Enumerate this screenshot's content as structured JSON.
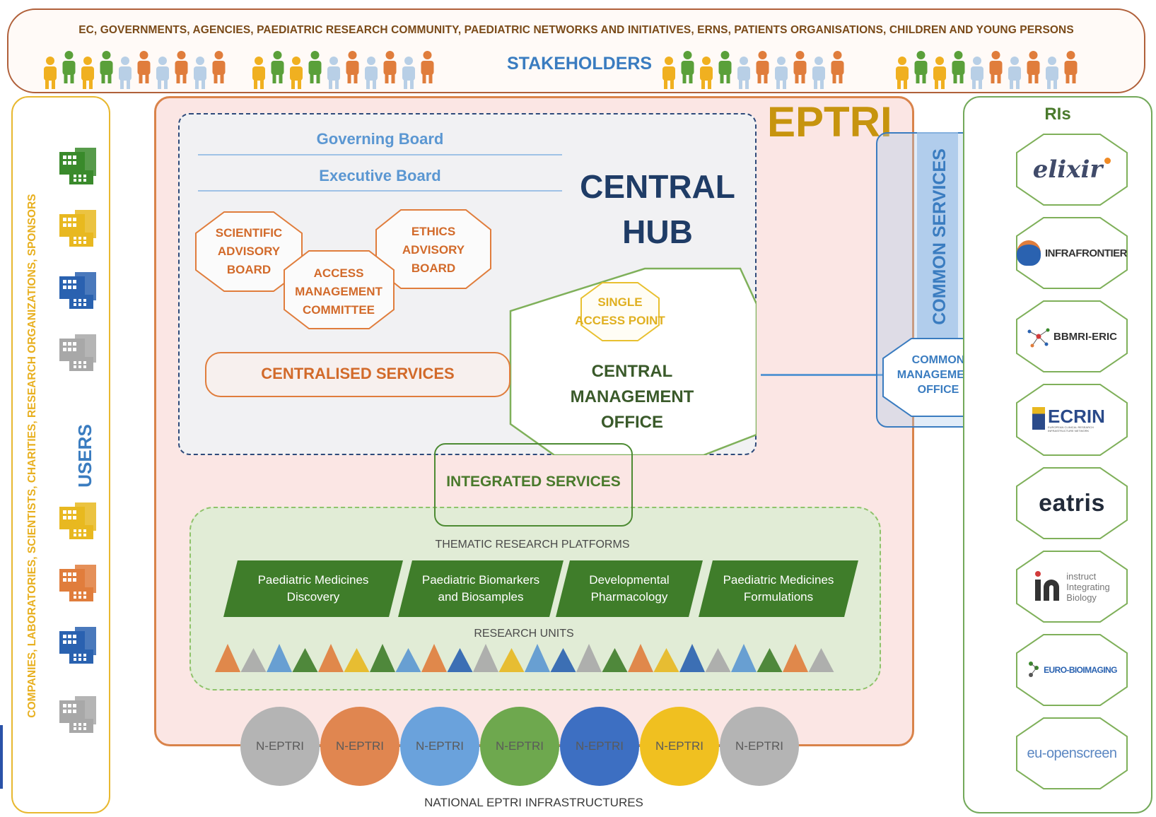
{
  "stakeholders": {
    "groups": "EC, GOVERNMENTS, AGENCIES, PAEDIATRIC RESEARCH COMMUNITY, PAEDIATRIC NETWORKS AND INITIATIVES, ERNS, PATIENTS ORGANISATIONS, CHILDREN AND YOUNG PERSONS",
    "label": "STAKEHOLDERS"
  },
  "users": {
    "groups": "COMPANIES, LABORATORIES, SCIENTISTS, CHARITIES, RESEARCH ORGANIZATIONS, SPONSORS",
    "label": "USERS",
    "building_colors": [
      "#3a8a2c",
      "#e8b820",
      "#2a62b0",
      "#a8a8a8",
      "#e8b820",
      "#e07d3c",
      "#2a62b0",
      "#a8a8a8"
    ]
  },
  "eptri": {
    "title": "EPTRI",
    "hub": {
      "governing_board": "Governing Board",
      "executive_board": "Executive Board",
      "central_hub_line1": "CENTRAL",
      "central_hub_line2": "HUB",
      "scientific_board": [
        "SCIENTIFIC",
        "ADVISORY",
        "BOARD"
      ],
      "access_committee": [
        "ACCESS",
        "MANAGEMENT",
        "COMMITTEE"
      ],
      "ethics_board": [
        "ETHICS",
        "ADVISORY",
        "BOARD"
      ],
      "centralised_services": "CENTRALISED SERVICES",
      "single_access_point": [
        "SINGLE",
        "ACCESS POINT"
      ],
      "central_management_office": [
        "CENTRAL",
        "MANAGEMENT",
        "OFFICE"
      ]
    },
    "integrated_services": "INTEGRATED SERVICES",
    "thematic_label": "THEMATIC RESEARCH PLATFORMS",
    "platforms": [
      [
        "Paediatric Medicines",
        "Discovery"
      ],
      [
        "Paediatric Biomarkers",
        "and Biosamples"
      ],
      [
        "Developmental",
        "Pharmacology"
      ],
      [
        "Paediatric Medicines",
        "Formulations"
      ]
    ],
    "research_units_label": "RESEARCH UNITS",
    "triangle_colors": [
      "#e07d3c",
      "#a8a8a8",
      "#5b97d2",
      "#3f7d2a",
      "#e07d3c",
      "#e8b820",
      "#3f7d2a",
      "#5b97d2",
      "#e07d3c",
      "#2a62b0",
      "#a8a8a8",
      "#e8b820",
      "#5b97d2",
      "#2a62b0",
      "#a8a8a8",
      "#3f7d2a",
      "#e07d3c",
      "#e8b820",
      "#2a62b0",
      "#a8a8a8",
      "#5b97d2",
      "#3f7d2a",
      "#e07d3c",
      "#a8a8a8"
    ]
  },
  "national": {
    "nodes": [
      {
        "label": "N-EPTRI",
        "color": "#b4b4b4"
      },
      {
        "label": "N-EPTRI",
        "color": "#e08650"
      },
      {
        "label": "N-EPTRI",
        "color": "#6aa2dc"
      },
      {
        "label": "N-EPTRI",
        "color": "#6ea84e"
      },
      {
        "label": "N-EPTRI",
        "color": "#3d6fc2"
      },
      {
        "label": "N-EPTRI",
        "color": "#f0c020"
      },
      {
        "label": "N-EPTRI",
        "color": "#b4b4b4"
      }
    ],
    "label": "NATIONAL EPTRI INFRASTRUCTURES"
  },
  "common_services": {
    "label": "COMMON SERVICES",
    "office": [
      "COMMON",
      "MANAGEMENT",
      "OFFICE"
    ]
  },
  "ris": {
    "title": "RIs",
    "items": {
      "elixir": "elixir",
      "infrafrontier": "INFRAFRONTIER",
      "bbmri": "BBMRI-ERIC",
      "ecrin": "ECRIN",
      "ecrin_sub": "EUROPEAN CLINICAL RESEARCH INFRASTRUCTURE NETWORK",
      "eatris": "eatris",
      "instruct_lines": [
        "instruct",
        "Integrating",
        "Biology"
      ],
      "eurobioimaging": "EURO-BIOIMAGING",
      "euopenscreen": "eu-openscreen"
    }
  }
}
